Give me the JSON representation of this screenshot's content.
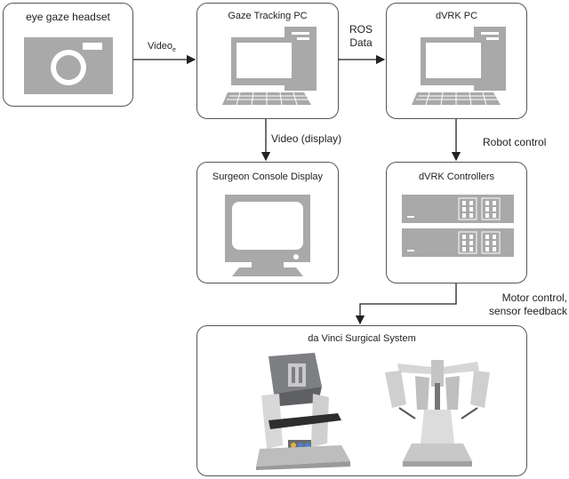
{
  "nodes": {
    "headset": "eye gaze headset",
    "gaze_pc": "Gaze Tracking PC",
    "dvrk_pc": "dVRK PC",
    "console": "Surgeon Console Display",
    "controllers": "dVRK Controllers",
    "davinci": "da Vinci Surgical System"
  },
  "edges": {
    "video_main": "Video",
    "video_sub": "e",
    "ros_line1": "ROS",
    "ros_line2": "Data",
    "video_display": "Video (display)",
    "robot_control": "Robot control",
    "motor_line1": "Motor control,",
    "motor_line2": "sensor feedback"
  },
  "colors": {
    "icon_gray": "#a9a9a9",
    "border": "#555555"
  }
}
